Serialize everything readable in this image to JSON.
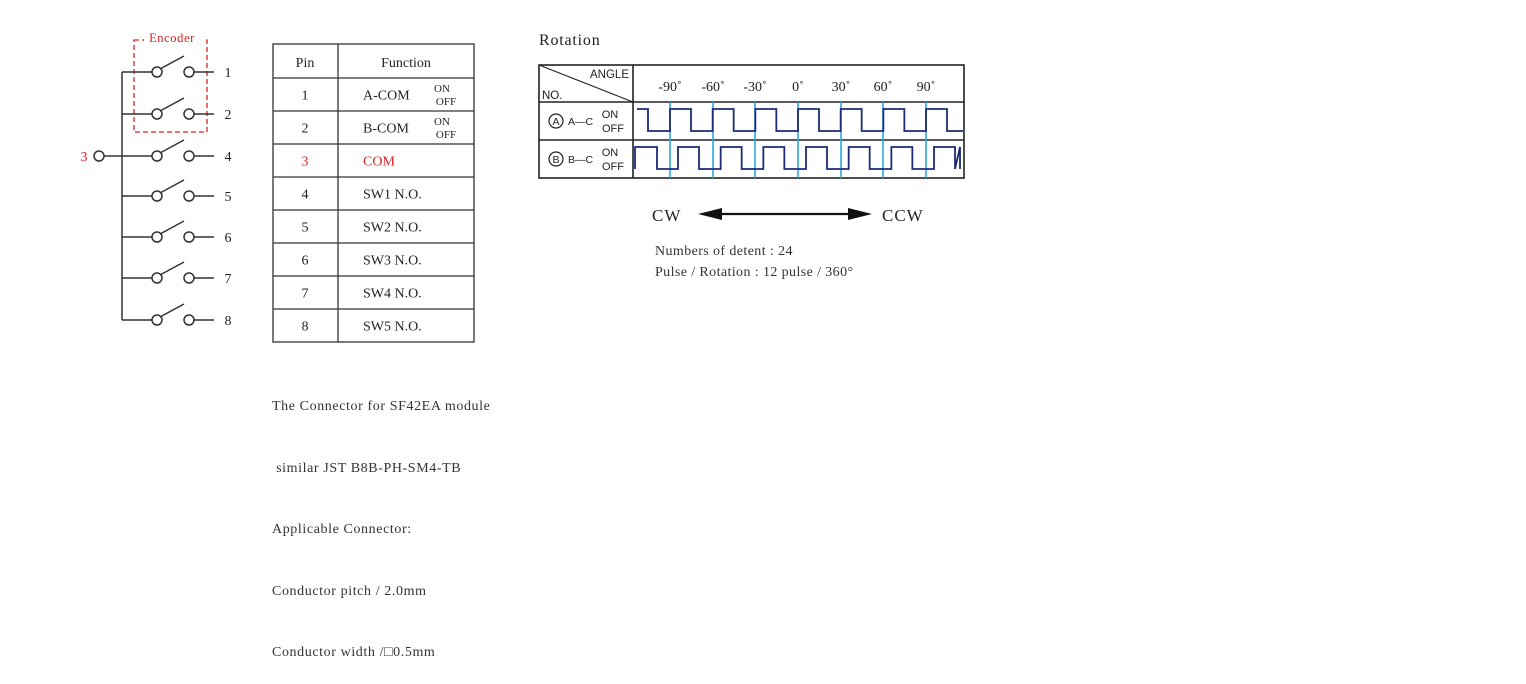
{
  "schematic": {
    "encoder_label": "Encoder",
    "common_pin_label": "3",
    "switch_pins": [
      "1",
      "2",
      "4",
      "5",
      "6",
      "7",
      "8"
    ]
  },
  "pin_table": {
    "headers": [
      "Pin",
      "Function"
    ],
    "rows": [
      {
        "pin": "1",
        "function": "A-COM",
        "on": "ON",
        "off": "OFF"
      },
      {
        "pin": "2",
        "function": "B-COM",
        "on": "ON",
        "off": "OFF"
      },
      {
        "pin": "3",
        "function": "COM",
        "on": "",
        "off": ""
      },
      {
        "pin": "4",
        "function": "SW1 N.O.",
        "on": "",
        "off": ""
      },
      {
        "pin": "5",
        "function": "SW2 N.O.",
        "on": "",
        "off": ""
      },
      {
        "pin": "6",
        "function": "SW3 N.O.",
        "on": "",
        "off": ""
      },
      {
        "pin": "7",
        "function": "SW4 N.O.",
        "on": "",
        "off": ""
      },
      {
        "pin": "8",
        "function": "SW5 N.O.",
        "on": "",
        "off": ""
      }
    ]
  },
  "connector_note": {
    "lines": [
      "The Connector for SF42EA module",
      " similar JST B8B-PH-SM4-TB",
      "Applicable Connector:",
      "Conductor pitch / 2.0mm",
      "Conductor width /□0.5mm"
    ]
  },
  "rotation": {
    "title": "Rotation",
    "header_angle": "ANGLE",
    "header_no": "NO.",
    "angles": [
      "-90˚",
      "-60˚",
      "-30˚",
      "0˚",
      "30˚",
      "60˚",
      "90˚"
    ],
    "rows": [
      {
        "circle": "A",
        "label": "A—C",
        "on": "ON",
        "off": "OFF"
      },
      {
        "circle": "B",
        "label": "B—C",
        "on": "ON",
        "off": "OFF"
      }
    ],
    "direction_left": "CW",
    "direction_right": "CCW",
    "detent_text": "Numbers of detent : 24",
    "pulse_text": "Pulse / Rotation : 12 pulse / 360°",
    "colors": {
      "waveform": "#1c2a7a",
      "marker": "#2aa8e0",
      "highlight": "#e02020",
      "encoder_box": "#e02020"
    }
  }
}
